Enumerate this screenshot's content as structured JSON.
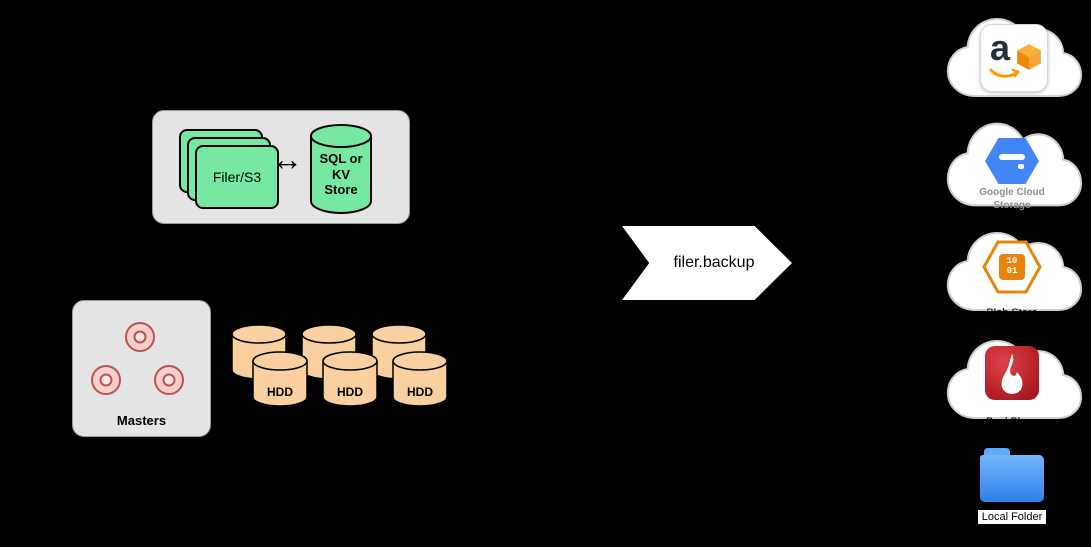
{
  "filer_group": {
    "filer_label": "Filer/S3",
    "arrow_glyph": "↔",
    "store_label": "SQL or\nKV\nStore"
  },
  "masters": {
    "label": "Masters"
  },
  "hdd": {
    "labels": [
      "HDD",
      "HDD",
      "HDD"
    ]
  },
  "backup_arrow": {
    "label": "filer.backup"
  },
  "targets": {
    "amazon": {
      "letter": "a"
    },
    "google": {
      "label": "Google Cloud\nStorage"
    },
    "blob": {
      "label": "Blob Store",
      "bits": "10\n01"
    },
    "backblaze": {
      "label": "BackBlaze"
    },
    "local_folder": {
      "label": "Local Folder"
    }
  },
  "colors": {
    "green": "#77E8A2",
    "gray_box": "#E4E4E4",
    "pink": "#F8CECC",
    "pink_stroke": "#B85450",
    "peach": "#FAD0A0",
    "aws_orange": "#FF9900",
    "gcs_blue": "#4285F4",
    "blob_orange": "#E8830C",
    "backblaze_red": "#C8102E",
    "folder_blue": "#3B82F6"
  }
}
